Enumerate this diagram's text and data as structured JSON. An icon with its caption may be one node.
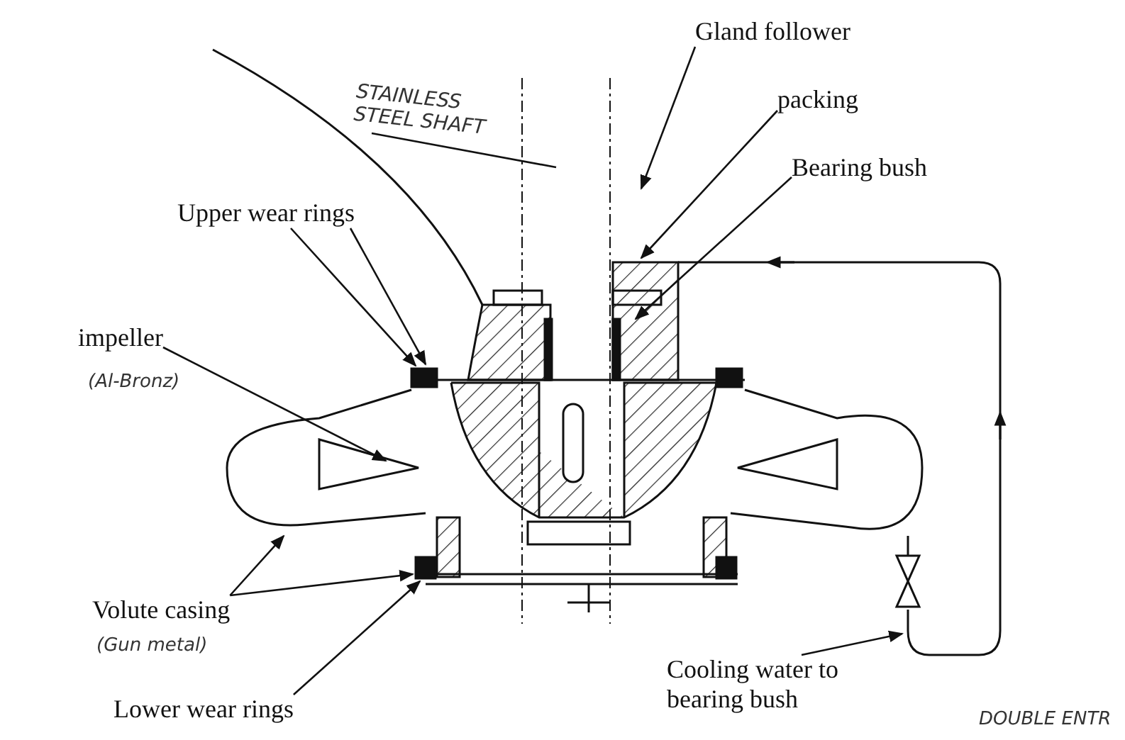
{
  "diagram": {
    "nodes": [
      {
        "text": [
          "Gland follower"
        ]
      },
      {
        "text": [
          "packing"
        ]
      },
      {
        "text": [
          "Bearing bush"
        ]
      },
      {
        "text": [
          "Upper wear rings"
        ]
      },
      {
        "text": [
          "impeller"
        ],
        "beside": [
          "(Al-Bronz)"
        ]
      },
      {
        "text": [
          "Volute casing"
        ],
        "beside": [
          "(Gun metal)"
        ]
      },
      {
        "text": [
          "Lower wear rings"
        ]
      },
      {
        "text": [
          "Cooling water to bearing bush"
        ]
      },
      {
        "text": [
          "STAINLESS STEEL SHAFT"
        ]
      }
    ],
    "edges": [
      {
        "from": 0,
        "to": null,
        "arrow": "to"
      },
      {
        "from": 1,
        "to": null,
        "arrow": "to"
      },
      {
        "from": 2,
        "to": null,
        "arrow": "to"
      },
      {
        "from": 3,
        "to": null,
        "arrow": "to"
      },
      {
        "from": 3,
        "to": null,
        "arrow": "to"
      },
      {
        "from": 4,
        "to": null,
        "arrow": "to"
      },
      {
        "from": 5,
        "to": null,
        "arrow": "to"
      },
      {
        "from": 6,
        "to": null,
        "arrow": "to"
      },
      {
        "from": 5,
        "to": null,
        "arrow": "to"
      },
      {
        "from": 7,
        "to": null,
        "arrow": "to"
      },
      {
        "from": 8,
        "to": null,
        "arrow": "none"
      }
    ],
    "labels": [
      "DOUBLE ENTR"
    ]
  }
}
